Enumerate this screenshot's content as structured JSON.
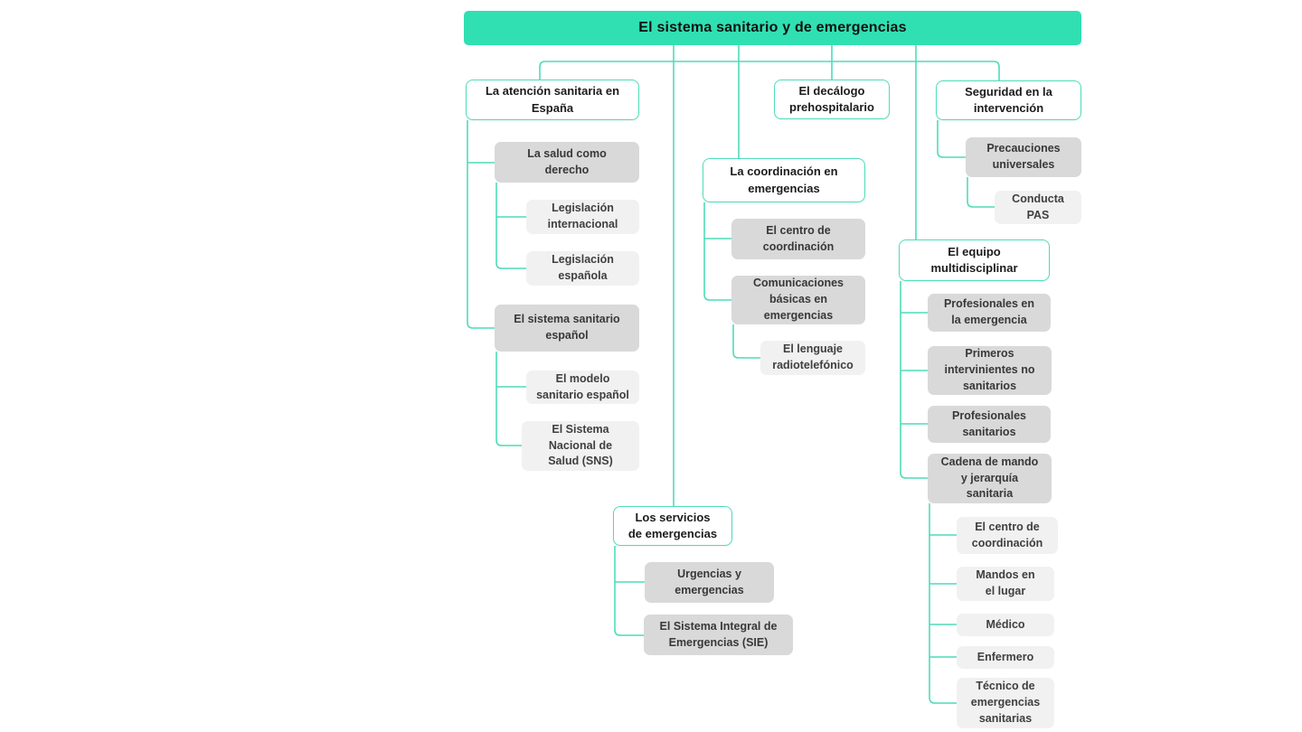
{
  "diagram": {
    "title": "El sistema sanitario y de emergencias",
    "branches": [
      {
        "label": "La atención sanitaria en España",
        "children": [
          {
            "label": "La salud como derecho",
            "children": [
              {
                "label": "Legislación internacional"
              },
              {
                "label": "Legislación española"
              }
            ]
          },
          {
            "label": "El sistema sanitario español",
            "children": [
              {
                "label": "El modelo sanitario español"
              },
              {
                "label": "El Sistema Nacional de Salud (SNS)"
              }
            ]
          }
        ]
      },
      {
        "label": "El decálogo prehospitalario",
        "children": []
      },
      {
        "label": "Seguridad en la intervención",
        "children": [
          {
            "label": "Precauciones universales",
            "children": [
              {
                "label": "Conducta PAS"
              }
            ]
          }
        ]
      },
      {
        "label": "La coordinación en emergencias",
        "children": [
          {
            "label": "El centro de coordinación"
          },
          {
            "label": "Comunicaciones básicas en emergencias",
            "children": [
              {
                "label": "El lenguaje radiotelefónico"
              }
            ]
          }
        ]
      },
      {
        "label": "El equipo multidisciplinar",
        "children": [
          {
            "label": "Profesionales en la emergencia"
          },
          {
            "label": "Primeros intervinientes no sanitarios"
          },
          {
            "label": "Profesionales sanitarios"
          },
          {
            "label": "Cadena de mando y jerarquía sanitaria",
            "children": [
              {
                "label": "El centro de coordinación"
              },
              {
                "label": "Mandos en el lugar"
              },
              {
                "label": "Médico"
              },
              {
                "label": "Enfermero"
              },
              {
                "label": "Técnico de emergencias sanitarias"
              }
            ]
          }
        ]
      },
      {
        "label": "Los servicios de emergencias",
        "children": [
          {
            "label": "Urgencias y emergencias"
          },
          {
            "label": "El Sistema Integral de Emergencias (SIE)"
          }
        ]
      }
    ]
  },
  "colors": {
    "accent": "#30e0b2",
    "line": "#4fdcb8",
    "level2_fill": "#d9d9d9",
    "level3_fill": "#f1f1f1"
  }
}
